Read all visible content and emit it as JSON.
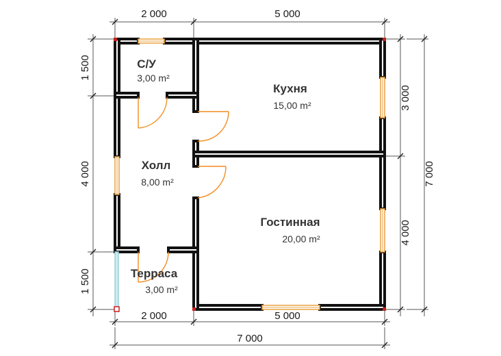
{
  "colors": {
    "wall_outline": "#111111",
    "wall_fill": "#ffffff",
    "door_swing": "#f28c1e",
    "window_frame": "#e8a040",
    "glass": "#9ad0dc",
    "corner": "#c8201c",
    "dimension_line": "#555555",
    "text": "#333333"
  },
  "dimensions": {
    "top": [
      "2 000",
      "5 000"
    ],
    "bottom": [
      "2 000",
      "5 000"
    ],
    "overall_bottom": "7 000",
    "left": [
      "1 500",
      "4 000",
      "1 500"
    ],
    "right": [
      "3 000",
      "4 000"
    ],
    "overall_right": "7 000"
  },
  "rooms": [
    {
      "name": "С/У",
      "area": "3,00 m²"
    },
    {
      "name": "Кухня",
      "area": "15,00 m²"
    },
    {
      "name": "Холл",
      "area": "8,00 m²"
    },
    {
      "name": "Гостинная",
      "area": "20,00 m²"
    },
    {
      "name": "Терраса",
      "area": "3,00 m²"
    }
  ]
}
